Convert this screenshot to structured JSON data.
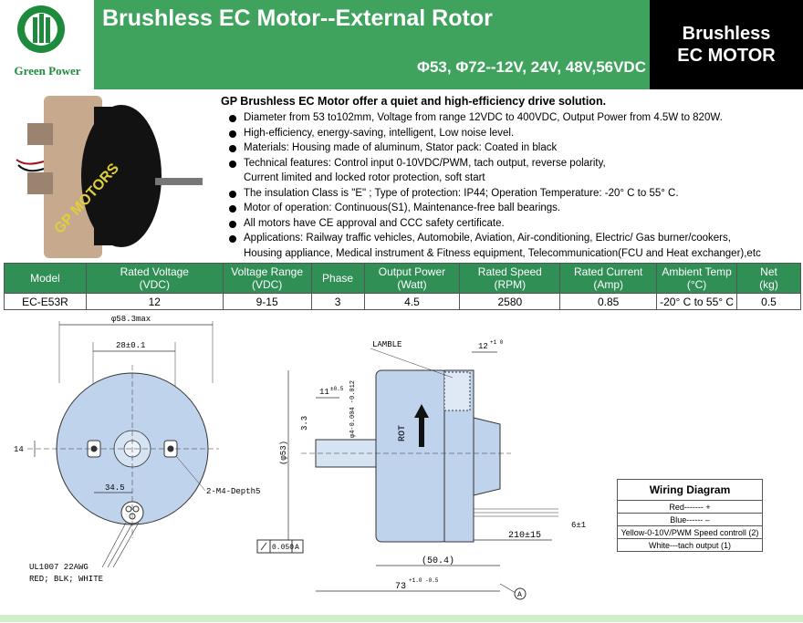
{
  "brand": {
    "logo_text": "Green Power",
    "title": "Brushless EC Motor--External Rotor",
    "subtitle": "Φ53, Φ72--12V, 24V, 48V,56VDC",
    "badge_line1": "Brushless",
    "badge_line2": "EC MOTOR",
    "photo_watermark": "GP MOTORS"
  },
  "features": {
    "title": "GP Brushless EC Motor offer a quiet and high-efficiency drive solution.",
    "items": [
      "Diameter from 53 to102mm, Voltage from range 12VDC to 400VDC, Output Power from 4.5W to 820W.",
      "High-efficiency, energy-saving, intelligent, Low noise level.",
      "Materials: Housing made of aluminum, Stator pack: Coated in black",
      "Technical features: Control input 0-10VDC/PWM, tach output, reverse polarity,\nCurrent limited and locked rotor protection, soft start",
      "The insulation Class is \"E\" ; Type of protection: IP44; Operation Temperature: -20° C to 55° C.",
      "Motor of operation: Continuous(S1), Maintenance-free ball bearings.",
      "All motors have CE approval and CCC safety certificate.",
      "Applications: Railway traffic vehicles, Automobile, Aviation, Air-conditioning, Electric/ Gas burner/cookers,\nHousing appliance, Medical instrument & Fitness equipment, Telecommunication(FCU and Heat exchanger),etc"
    ]
  },
  "spec_table": {
    "headers": [
      "Model",
      "Rated Voltage\n(VDC)",
      "Voltage  Range\n(VDC)",
      "Phase",
      "Output Power\n(Watt)",
      "Rated Speed\n(RPM)",
      "Rated Current\n(Amp)",
      "Ambient Temp\n(°C)",
      "Net\n(kg)"
    ],
    "row": [
      "EC-E53R",
      "12",
      "9-15",
      "3",
      "4.5",
      "2580",
      "0.85",
      "-20° C to 55° C",
      "0.5"
    ]
  },
  "front_view": {
    "dim_diameter": "φ58.3max",
    "dim_width": "28±0.1",
    "dim_height": "14",
    "dim_offset": "34.5",
    "note_holes": "2-M4-Depth5",
    "cable_line1": "UL1007 22AWG",
    "cable_line2": "RED; BLK; WHITE"
  },
  "side_view": {
    "label_lamble": "LAMBLE",
    "dim_top": "12",
    "dim_top_tol": "+1 0",
    "dim_shaft_len": "11",
    "dim_shaft_tol": "±0.5",
    "dim_shaft_dia": "φ4-0.004 -0.012",
    "dim_flat": "3.3",
    "dim_body_dia": "(φ53)",
    "rot_label": "ROT",
    "dim_lead": "6±1",
    "dim_cable": "210±15",
    "dim_flatness": "0.050",
    "datum": "A",
    "dim_body_len": "(50.4)",
    "dim_total": "73",
    "dim_total_tol": "+1.0 -0.5"
  },
  "wiring": {
    "title": "Wiring Diagram",
    "rows": [
      "Red------- +",
      "Blue------ –",
      "Yellow-0-10V/PWM Speed controll (2)",
      "White---tach output  (1)"
    ]
  },
  "colors": {
    "brand_green": "#3fa35e",
    "table_green": "#2f8f55",
    "logo_green": "#1e8a3c",
    "drawing_blue": "#bfd3ec"
  }
}
